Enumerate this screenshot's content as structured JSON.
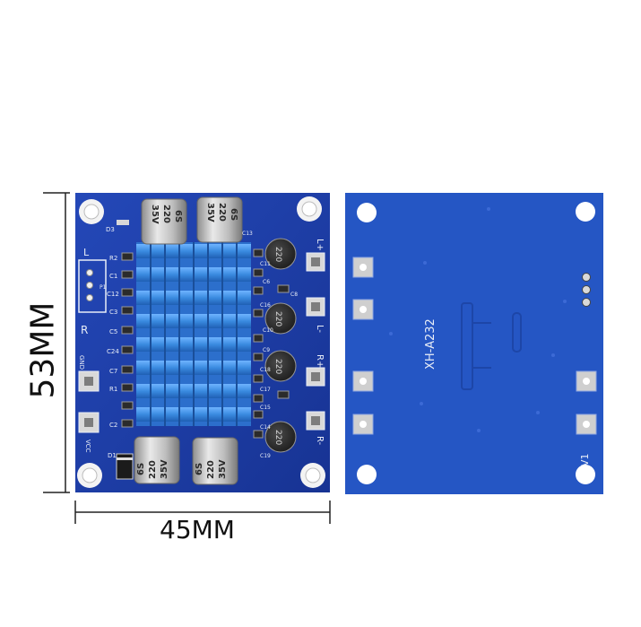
{
  "dimensions": {
    "height_label": "53MM",
    "width_label": "45MM"
  },
  "front_board": {
    "terminal_labels": [
      "L+",
      "L-",
      "R+",
      "R-"
    ],
    "left_labels": {
      "l": "L",
      "r": "R",
      "gnd": "GND",
      "vcc": "VCC",
      "p1": "P1"
    },
    "component_labels": [
      "D3",
      "R2",
      "C1",
      "C12",
      "C3",
      "C5",
      "C24",
      "C7",
      "R1",
      "C2",
      "D1",
      "C13",
      "C11",
      "C6",
      "C16",
      "C10",
      "C9",
      "C18",
      "C17",
      "C15",
      "C14",
      "C8",
      "C19"
    ],
    "big_capacitor_text": {
      "l1": "6S",
      "l2": "220",
      "l3": "35V"
    },
    "small_capacitor_text": "220",
    "colors": {
      "pcb": "#1f3fa6",
      "heatsink": "#3a8be0",
      "silkscreen": "#e8edf7"
    }
  },
  "back_board": {
    "model": "XH-A232",
    "v_label": "V1"
  }
}
